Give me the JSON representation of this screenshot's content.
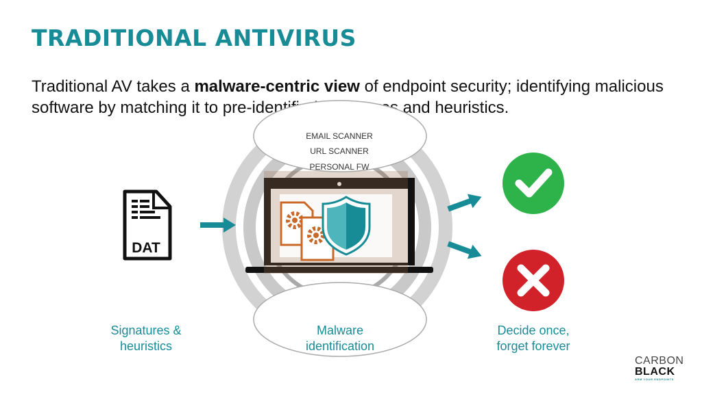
{
  "slide": {
    "title": "TRADITIONAL ANTIVIRUS",
    "body_pre": "Traditional AV takes a ",
    "body_bold": "malware-centric view",
    "body_post": " of endpoint security; identifying malicious software by matching it to pre-identified signatures and heuristics."
  },
  "diagram": {
    "dat_label": "DAT",
    "stack_items": [
      "EMAIL SCANNER",
      "URL SCANNER",
      "PERSONAL FW"
    ],
    "captions": {
      "left": [
        "Signatures &",
        "heuristics"
      ],
      "center": [
        "Malware",
        "identification"
      ],
      "right": [
        "Decide once,",
        "forget forever"
      ]
    }
  },
  "brand": {
    "line1": "CARBON",
    "line2": "BLACK",
    "tagline": "ARM YOUR ENDPOINTS"
  },
  "colors": {
    "accent": "#178c96",
    "allow": "#2db34a",
    "deny": "#d1222a",
    "gear": "#c8692a",
    "ring": "#cccccc"
  },
  "icons": [
    "document-icon",
    "arrow-right-icon",
    "laptop-icon",
    "shield-icon",
    "gear-icon",
    "check-icon",
    "x-icon"
  ]
}
